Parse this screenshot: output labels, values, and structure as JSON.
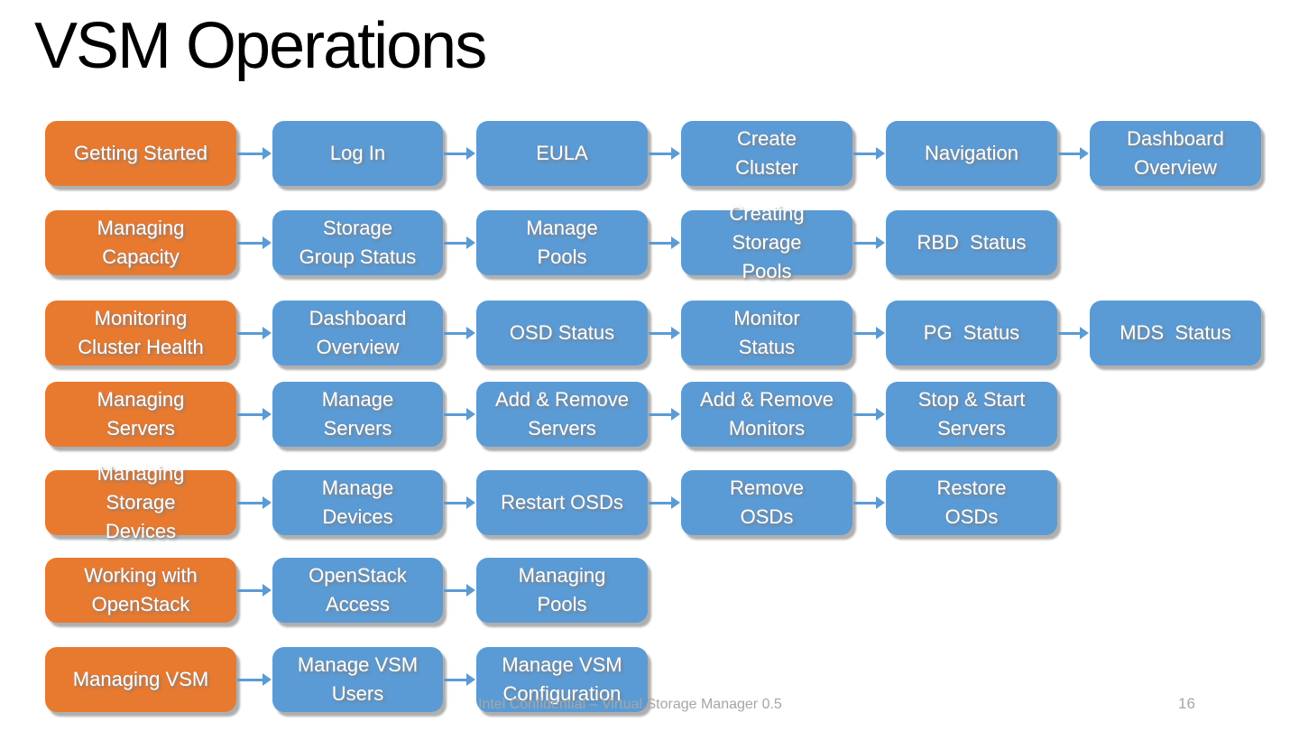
{
  "slide": {
    "title": "VSM Operations"
  },
  "colors": {
    "category_fill": "#E87A30",
    "step_fill": "#5B9BD5",
    "arrow": "#5B9BD5",
    "title_text": "#000000",
    "box_text": "#FFFFFF",
    "footer_text": "#A6A6A6"
  },
  "flow": {
    "rows": [
      {
        "category": "Getting Started",
        "steps": [
          "Log In",
          "EULA",
          "Create\nCluster",
          "Navigation",
          "Dashboard\nOverview"
        ]
      },
      {
        "category": "Managing\nCapacity",
        "steps": [
          "Storage\nGroup Status",
          "Manage\nPools",
          "Creating\nStorage\nPools",
          "RBD  Status"
        ]
      },
      {
        "category": "Monitoring\nCluster Health",
        "steps": [
          "Dashboard\nOverview",
          "OSD Status",
          "Monitor\nStatus",
          "PG  Status",
          "MDS  Status"
        ]
      },
      {
        "category": "Managing\nServers",
        "steps": [
          "Manage\nServers",
          "Add & Remove\nServers",
          "Add & Remove\nMonitors",
          "Stop & Start\nServers"
        ]
      },
      {
        "category": "Managing\nStorage\nDevices",
        "steps": [
          "Manage\nDevices",
          "Restart OSDs",
          "Remove\nOSDs",
          "Restore\nOSDs"
        ]
      },
      {
        "category": "Working with\nOpenStack",
        "steps": [
          "OpenStack\nAccess",
          "Managing\nPools"
        ]
      },
      {
        "category": "Managing VSM",
        "steps": [
          "Manage VSM\nUsers",
          "Manage VSM\nConfiguration"
        ]
      }
    ]
  },
  "footer": {
    "confidential": "Intel Confidential – Virtual Storage Manager 0.5",
    "page_number": "16"
  }
}
